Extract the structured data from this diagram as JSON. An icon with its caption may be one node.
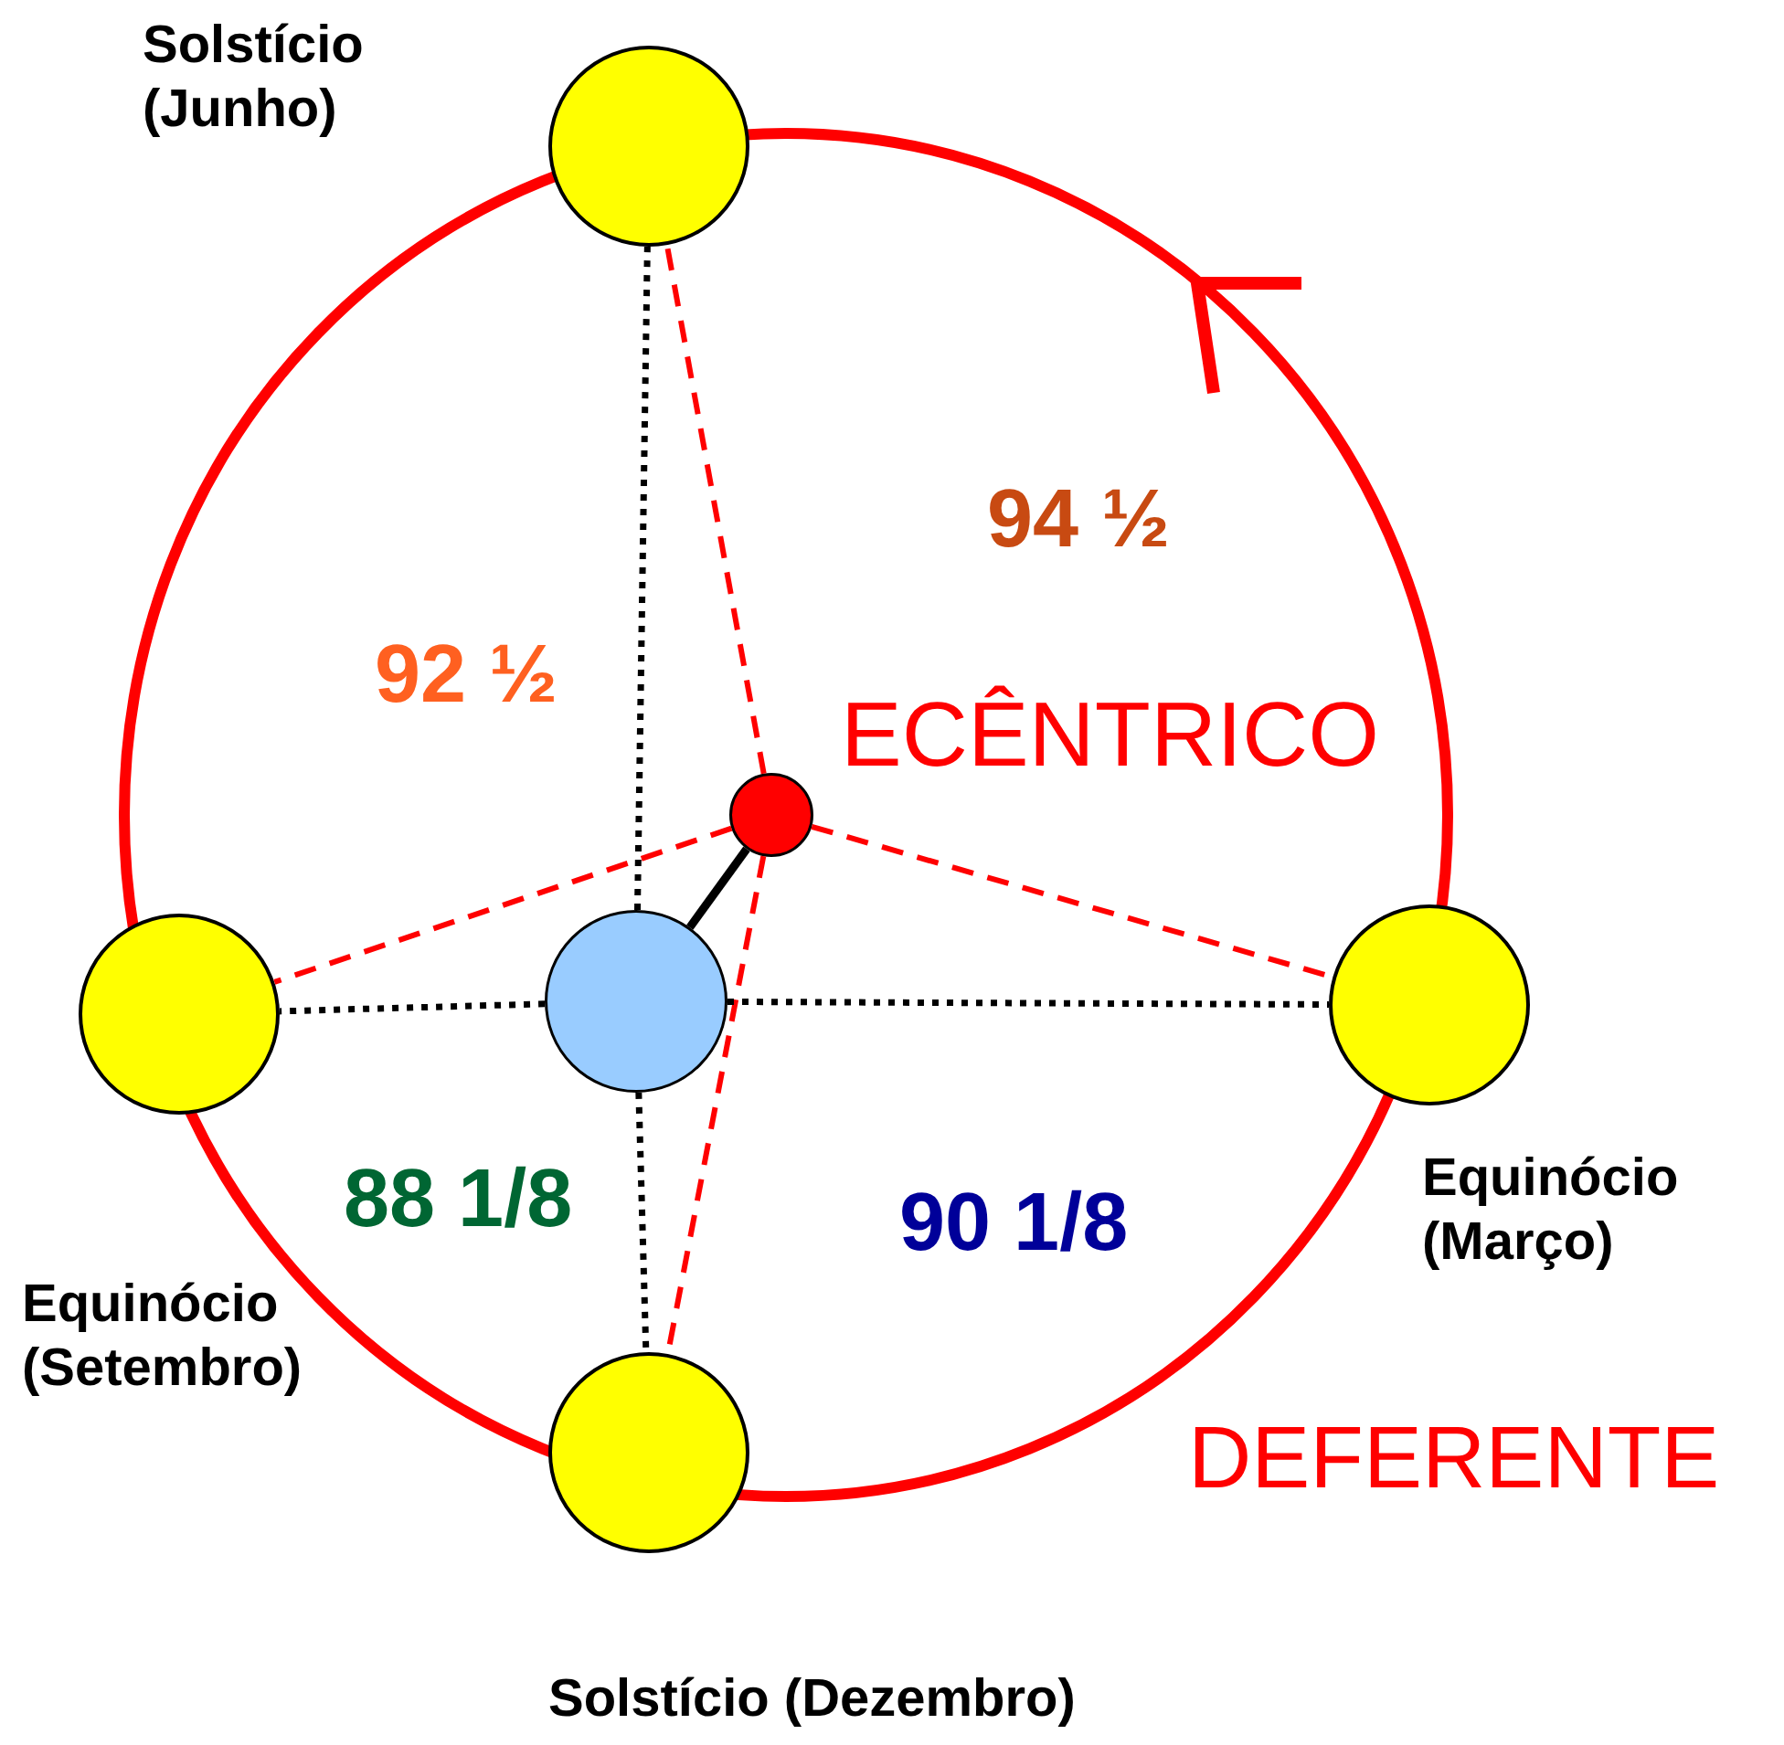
{
  "diagram": {
    "nodes": [
      {
        "text": [],
        "shape": "circle",
        "beside": [
          "DEFERENTE"
        ]
      },
      {
        "text": [],
        "shape": "circle",
        "beside": [
          "Solstício (Junho)"
        ]
      },
      {
        "text": [],
        "shape": "circle",
        "in": 0,
        "beside": [
          "ECÊNTRICO"
        ]
      },
      {
        "text": [],
        "shape": "circle",
        "beside": [
          "Equinócio (Setembro)"
        ]
      },
      {
        "text": [],
        "shape": "circle",
        "in": 0
      },
      {
        "text": [],
        "shape": "circle",
        "beside": [
          "Equinócio (Março)"
        ]
      },
      {
        "text": [],
        "shape": "circle",
        "beside": [
          "Solstício (Dezembro)"
        ]
      }
    ],
    "edges": [
      {
        "from": 2,
        "to": 1,
        "arrow": "none",
        "style": "dashed",
        "color": "#ff0000"
      },
      {
        "from": 2,
        "to": 3,
        "arrow": "none",
        "style": "dashed",
        "color": "#ff0000"
      },
      {
        "from": 2,
        "to": 5,
        "arrow": "none",
        "style": "dashed",
        "color": "#ff0000"
      },
      {
        "from": 2,
        "to": 6,
        "arrow": "none",
        "style": "dashed",
        "color": "#ff0000"
      },
      {
        "from": 4,
        "to": 1,
        "arrow": "none",
        "style": "dashed"
      },
      {
        "from": 4,
        "to": 3,
        "arrow": "none",
        "style": "dashed"
      },
      {
        "from": 4,
        "to": 5,
        "arrow": "none",
        "style": "dashed"
      },
      {
        "from": 4,
        "to": 6,
        "arrow": "none",
        "style": "dashed"
      },
      {
        "from": 4,
        "to": 2,
        "arrow": "none"
      }
    ],
    "labels": [
      "94 ½",
      "92 ½",
      "88 1/8",
      "90 1/8"
    ]
  }
}
